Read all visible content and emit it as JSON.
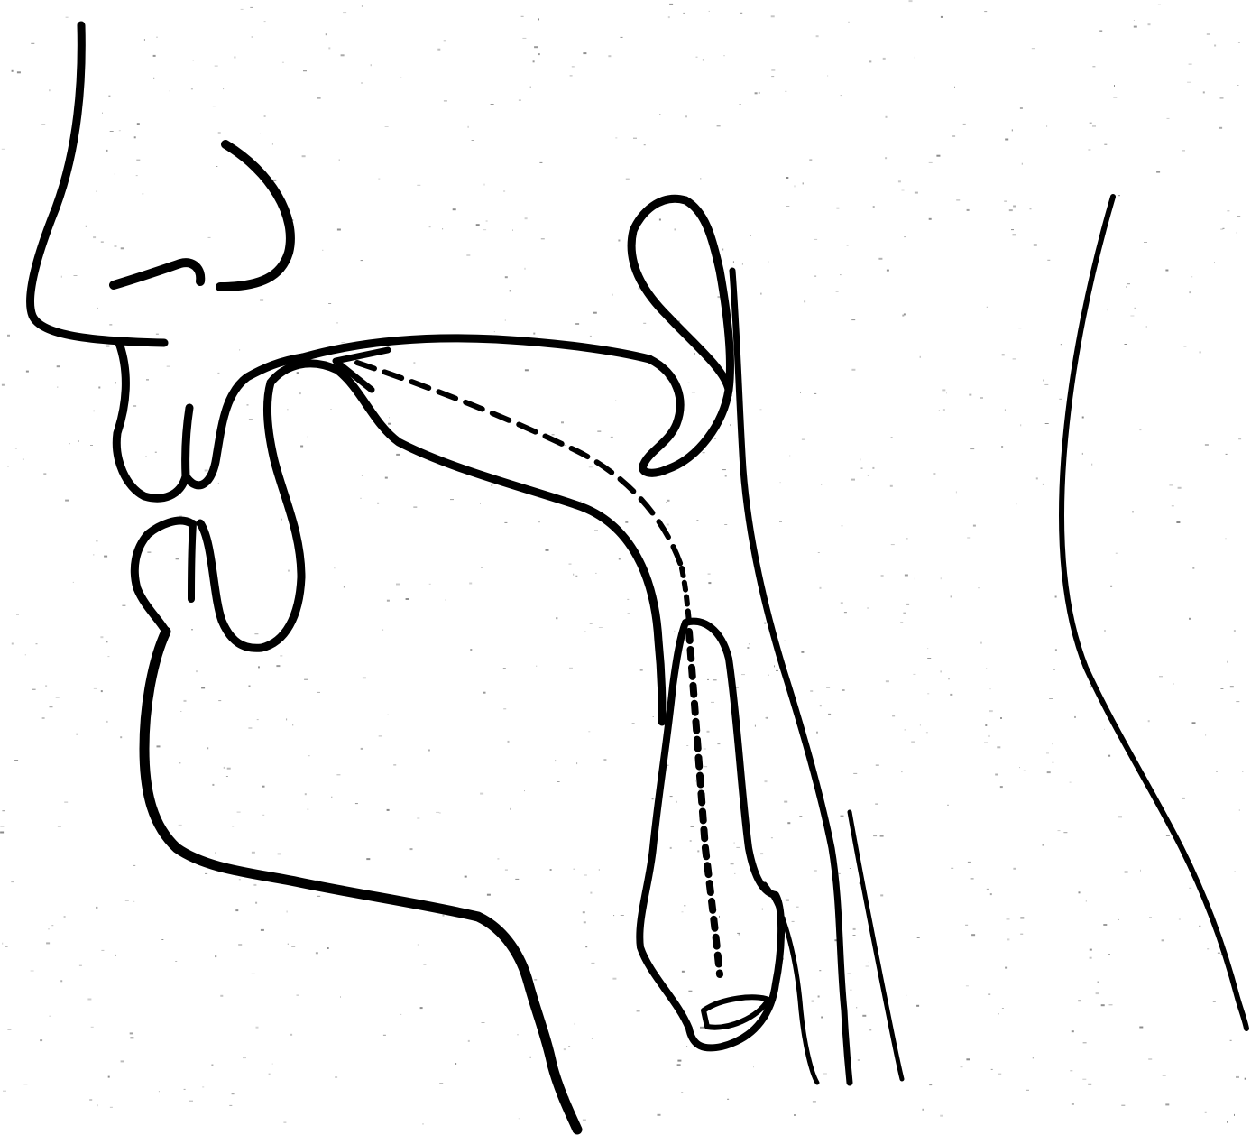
{
  "diagram": {
    "subject": "sagittal-section-head-neck",
    "colors": {
      "background": "#ffffff",
      "ink": "#000000",
      "speckle": "#555555"
    },
    "parts": [
      {
        "key": "nose_profile",
        "name": "nose-profile",
        "stroke": "#000000",
        "dashed": false
      },
      {
        "key": "nostril",
        "name": "nostril",
        "stroke": "#000000",
        "dashed": false
      },
      {
        "key": "nasal_ala",
        "name": "nasal-ala",
        "stroke": "#000000",
        "dashed": false
      },
      {
        "key": "upper_lip",
        "name": "upper-lip",
        "stroke": "#000000",
        "dashed": false
      },
      {
        "key": "lower_lip",
        "name": "lower-lip",
        "stroke": "#000000",
        "dashed": false
      },
      {
        "key": "upper_teeth",
        "name": "upper-teeth",
        "stroke": "#000000",
        "dashed": false
      },
      {
        "key": "lower_teeth",
        "name": "lower-teeth",
        "stroke": "#000000",
        "dashed": false
      },
      {
        "key": "tongue",
        "name": "tongue-outline",
        "stroke": "#000000",
        "dashed": false
      },
      {
        "key": "hard_palate",
        "name": "hard-palate",
        "stroke": "#000000",
        "dashed": false
      },
      {
        "key": "soft_palate",
        "name": "soft-palate",
        "stroke": "#000000",
        "dashed": false
      },
      {
        "key": "pharynx_front",
        "name": "pharynx-front-wall",
        "stroke": "#000000",
        "dashed": false
      },
      {
        "key": "pharynx_back",
        "name": "pharynx-back-wall",
        "stroke": "#000000",
        "dashed": false
      },
      {
        "key": "chin_neck",
        "name": "chin-neck-profile",
        "stroke": "#000000",
        "dashed": false
      },
      {
        "key": "larynx",
        "name": "larynx",
        "stroke": "#000000",
        "dashed": false
      },
      {
        "key": "vocal_cords",
        "name": "vocal-cords",
        "stroke": "#000000",
        "dashed": false
      },
      {
        "key": "esophagus",
        "name": "esophagus-wall",
        "stroke": "#000000",
        "dashed": false
      },
      {
        "key": "back_of_neck",
        "name": "back-of-neck",
        "stroke": "#000000",
        "dashed": false
      },
      {
        "key": "airflow_oral",
        "name": "airflow-oral-path",
        "stroke": "#000000",
        "dashed": true
      },
      {
        "key": "airflow_pharynx",
        "name": "airflow-pharynx-path",
        "stroke": "#000000",
        "dashed": true
      },
      {
        "key": "airflow_trachea",
        "name": "airflow-trachea-path",
        "stroke": "#000000",
        "dashed": true
      },
      {
        "key": "airflow_arrowhead",
        "name": "airflow-arrowhead",
        "stroke": "#000000",
        "dashed": false
      }
    ]
  }
}
